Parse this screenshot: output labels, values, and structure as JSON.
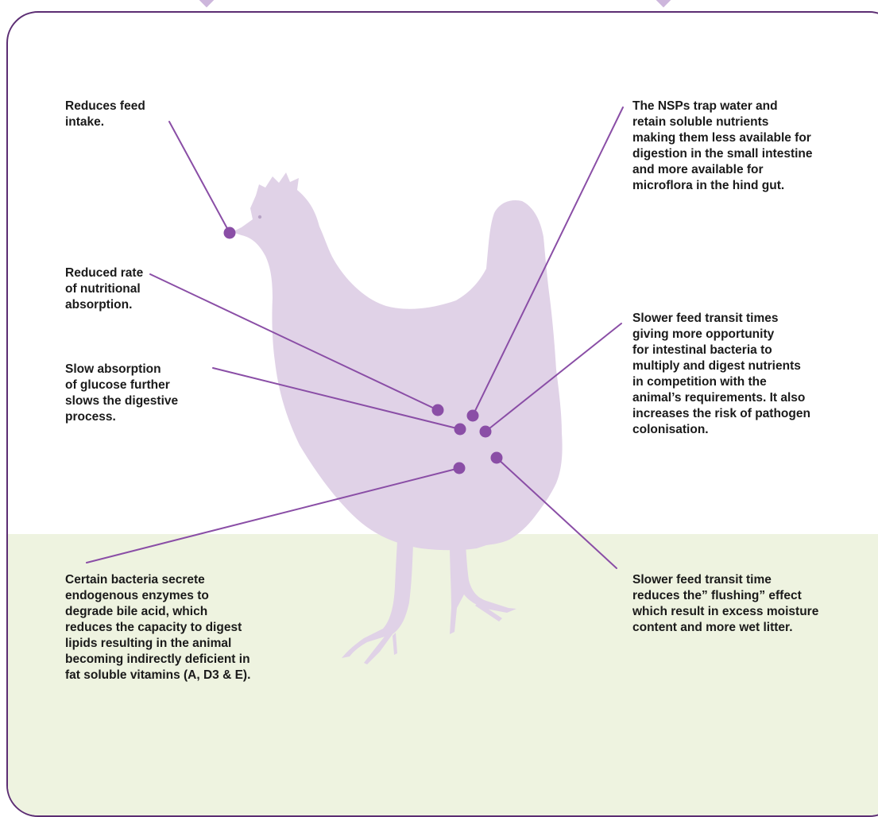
{
  "colors": {
    "frame_border": "#5c2d73",
    "hen_silhouette": "#e0d2e7",
    "ground": "#eef3e0",
    "line": "#8a4ea6",
    "dot": "#8a4ea6",
    "text": "#1a1a1a"
  },
  "callouts": {
    "feed_intake": "Reduces feed\nintake.",
    "absorption_rate": "Reduced rate\nof nutritional\nabsorption.",
    "glucose": "Slow absorption\nof glucose further\nslows the digestive\nprocess.",
    "nsp_water": "The NSPs trap water and\nretain soluble nutrients\nmaking them less available for\ndigestion in the small intestine\nand more available for\nmicroflora in the hind gut.",
    "transit_bacteria": "Slower feed transit times\ngiving more opportunity\nfor intestinal bacteria to\nmultiply and digest nutrients\nin competition with the\nanimal’s requirements. It also\nincreases the risk of pathogen\ncolonisation.",
    "bile_acid": "Certain bacteria secrete\nendogenous enzymes to\ndegrade bile acid, which\nreduces the capacity to digest\nlipids resulting in the animal\nbecoming indirectly deficient in\nfat soluble vitamins (A, D3 & E).",
    "flushing": "Slower feed transit time\nreduces the” flushing” effect\nwhich result in excess moisture\ncontent and more wet litter."
  }
}
